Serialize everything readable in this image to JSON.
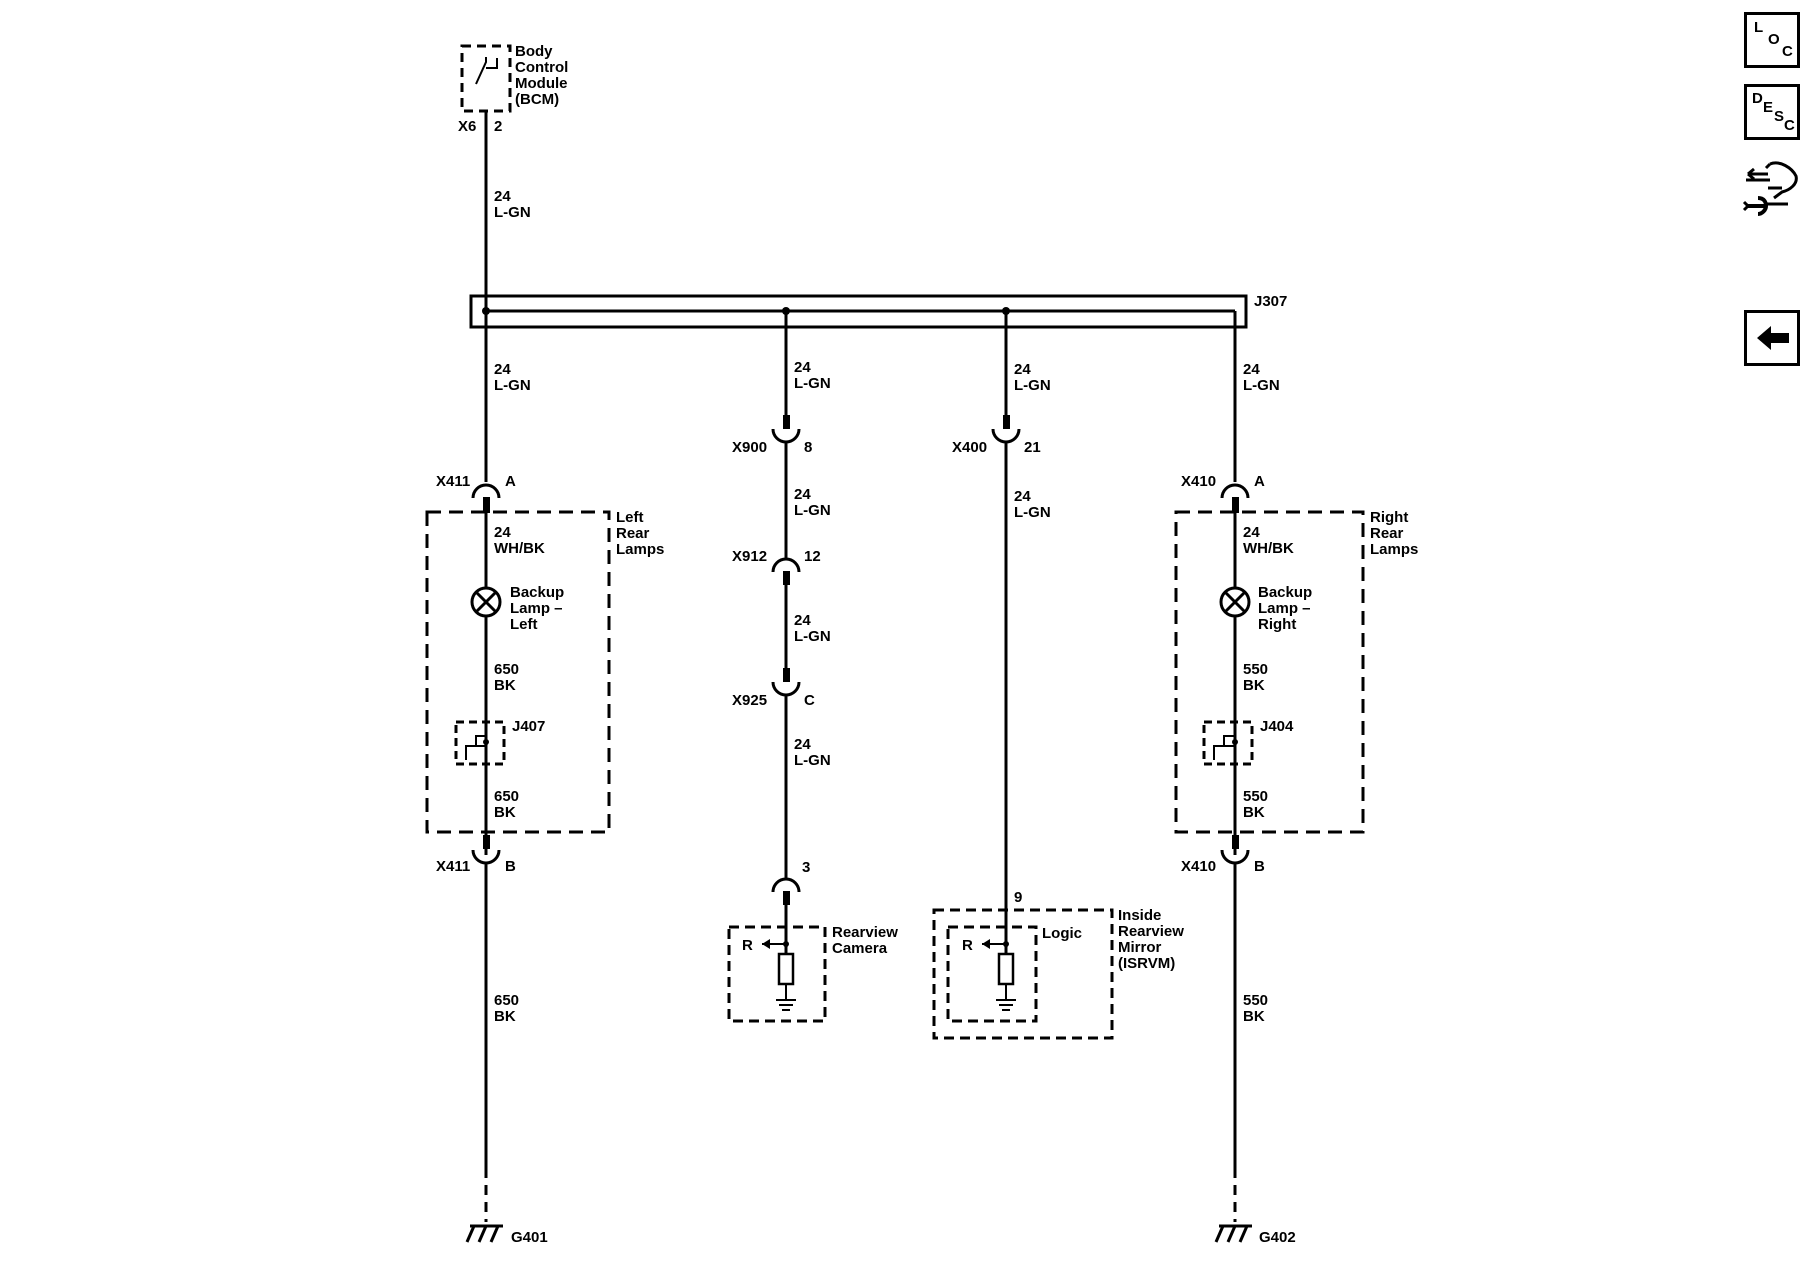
{
  "modules": {
    "bcm": [
      "Body",
      "Control",
      "Module",
      "(BCM)"
    ],
    "left_lamps": [
      "Left",
      "Rear",
      "Lamps"
    ],
    "right_lamps": [
      "Right",
      "Rear",
      "Lamps"
    ],
    "camera": [
      "Rearview",
      "Camera"
    ],
    "mirror": [
      "Inside",
      "Rearview",
      "Mirror",
      "(ISRVM)"
    ],
    "logic": "Logic",
    "r_left": "R",
    "r_right": "R"
  },
  "components": {
    "lamp_left": [
      "Backup",
      "Lamp –",
      "Left"
    ],
    "lamp_right": [
      "Backup",
      "Lamp –",
      "Right"
    ],
    "j307": "J307",
    "j407": "J407",
    "j404": "J404",
    "g401": "G401",
    "g402": "G402"
  },
  "connectors": {
    "x6": "X6",
    "x6_pin": "2",
    "x411_a": "X411",
    "x411_a_pin": "A",
    "x411_b": "X411",
    "x411_b_pin": "B",
    "x410_a": "X410",
    "x410_a_pin": "A",
    "x410_b": "X410",
    "x410_b_pin": "B",
    "x900": "X900",
    "x900_pin": "8",
    "x912": "X912",
    "x912_pin": "12",
    "x925": "X925",
    "x925_pin": "C",
    "x400": "X400",
    "x400_pin": "21",
    "cam_pin": "3",
    "mirror_pin": "9"
  },
  "wires": {
    "w_bcm": [
      "24",
      "L-GN"
    ],
    "w_left_top": [
      "24",
      "L-GN"
    ],
    "w_mid1": [
      "24",
      "L-GN"
    ],
    "w_mid2": [
      "24",
      "L-GN"
    ],
    "w_right_top": [
      "24",
      "L-GN"
    ],
    "w_left_lamp": [
      "24",
      "WH/BK"
    ],
    "w_right_lamp": [
      "24",
      "WH/BK"
    ],
    "w_left_gnd1": [
      "650",
      "BK"
    ],
    "w_left_gnd2": [
      "650",
      "BK"
    ],
    "w_left_gnd3": [
      "650",
      "BK"
    ],
    "w_right_gnd1": [
      "550",
      "BK"
    ],
    "w_right_gnd2": [
      "550",
      "BK"
    ],
    "w_right_gnd3": [
      "550",
      "BK"
    ],
    "w_mid1_b": [
      "24",
      "L-GN"
    ],
    "w_mid1_c": [
      "24",
      "L-GN"
    ],
    "w_mid1_d": [
      "24",
      "L-GN"
    ],
    "w_mid2_b": [
      "24",
      "L-GN"
    ]
  },
  "sidebar": {
    "loc": [
      "L",
      "O",
      "C"
    ],
    "desc": [
      "D",
      "E",
      "S",
      "C"
    ],
    "tool_icon": "tools-hand-icon",
    "back_icon": "back-arrow-icon"
  }
}
